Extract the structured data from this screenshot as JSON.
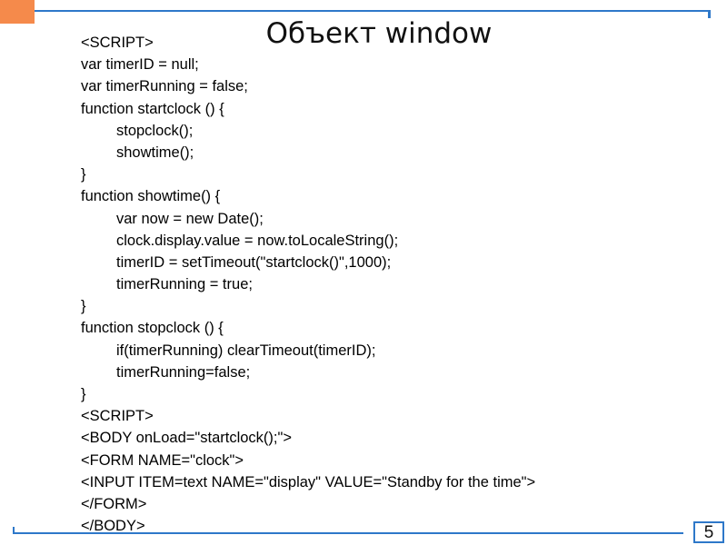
{
  "slide": {
    "title": "Объект window",
    "page_number": "5",
    "accent_color": "#f58a4b",
    "rule_color": "#2e78c9"
  },
  "code_lines": [
    {
      "text": "<SCRIPT>",
      "indent": 0
    },
    {
      "text": "var timerID = null;",
      "indent": 0
    },
    {
      "text": "var timerRunning = false;",
      "indent": 0
    },
    {
      "text": "function startclock () {",
      "indent": 0
    },
    {
      "text": "stopclock();",
      "indent": 1
    },
    {
      "text": "showtime();",
      "indent": 1
    },
    {
      "text": "}",
      "indent": 0
    },
    {
      "text": "function showtime() {",
      "indent": 0
    },
    {
      "text": "var now = new Date();",
      "indent": 1
    },
    {
      "text": "clock.display.value = now.toLocaleString();",
      "indent": 1
    },
    {
      "text": "timerID = setTimeout(\"startclock()\",1000);",
      "indent": 1
    },
    {
      "text": "timerRunning = true;",
      "indent": 1
    },
    {
      "text": "}",
      "indent": 0
    },
    {
      "text": "function stopclock () {",
      "indent": 0
    },
    {
      "text": "if(timerRunning) clearTimeout(timerID);",
      "indent": 1
    },
    {
      "text": "timerRunning=false;",
      "indent": 1
    },
    {
      "text": "}",
      "indent": 0
    },
    {
      "text": "<SCRIPT>",
      "indent": 0
    },
    {
      "text": "<BODY onLoad=\"startclock();\">",
      "indent": 0
    },
    {
      "text": "<FORM NAME=\"clock\">",
      "indent": 0
    },
    {
      "text": "<INPUT ITEM=text NAME=\"display\" VALUE=\"Standby for the time\">",
      "indent": 0
    },
    {
      "text": "</FORM>",
      "indent": 0
    },
    {
      "text": "</BODY>",
      "indent": 0
    }
  ]
}
